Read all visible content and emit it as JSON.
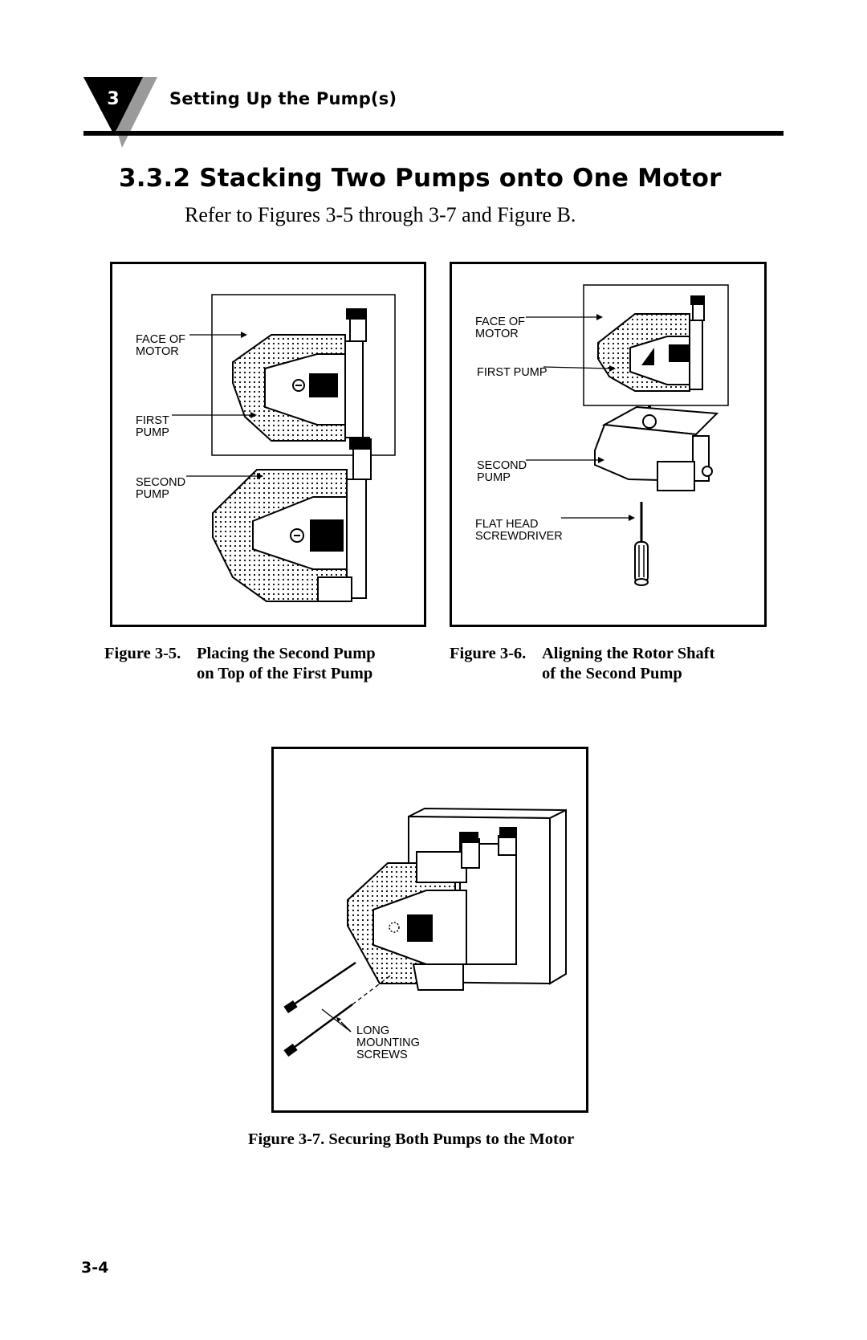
{
  "header": {
    "chapter_number": "3",
    "chapter_title": "Setting Up the Pump(s)"
  },
  "section": {
    "title": "3.3.2  Stacking Two Pumps onto One Motor",
    "intro": "Refer to Figures 3-5 through 3-7 and Figure B."
  },
  "figures": {
    "fig5": {
      "callouts": {
        "face_of_motor": "FACE OF\nMOTOR",
        "first_pump": "FIRST\nPUMP",
        "second_pump": "SECOND\nPUMP"
      },
      "caption_num": "Figure 3-5.",
      "caption_line1": "Placing the Second Pump",
      "caption_line2": "on Top of the First Pump"
    },
    "fig6": {
      "callouts": {
        "face_of_motor": "FACE OF\nMOTOR",
        "first_pump": "FIRST PUMP",
        "second_pump": "SECOND\nPUMP",
        "screwdriver": "FLAT HEAD\nSCREWDRIVER"
      },
      "caption_num": "Figure 3-6.",
      "caption_line1": "Aligning the Rotor Shaft",
      "caption_line2": "of the Second Pump"
    },
    "fig7": {
      "callouts": {
        "screws": "LONG\nMOUNTING\nSCREWS"
      },
      "caption": "Figure 3-7.  Securing Both Pumps to the Motor"
    }
  },
  "footer": {
    "page_number": "3-4"
  }
}
